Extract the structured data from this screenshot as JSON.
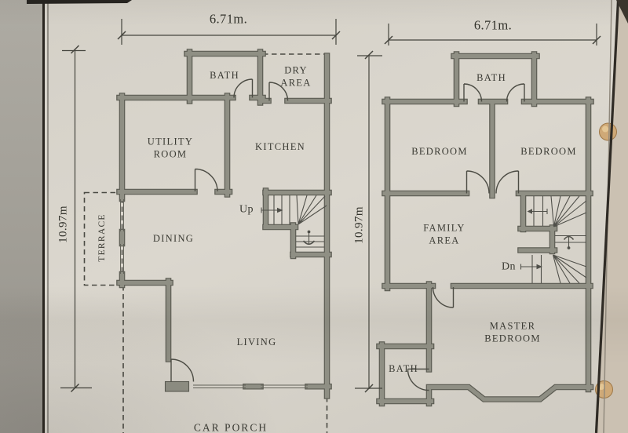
{
  "photo": {
    "paper_color": "#d9d5cc",
    "wall_fill": "#8f8f84",
    "wall_edge": "#5c5c53",
    "ink_color": "#3a3a33",
    "bead_color": "#cfa977",
    "desk_color": "#a8a59d"
  },
  "left_plan": {
    "width_dim": "6.71m.",
    "height_dim": "10.97m",
    "stair_label": "Up",
    "rooms": [
      {
        "label": "BATH"
      },
      {
        "label": "DRY AREA"
      },
      {
        "label": "UTILITY ROOM"
      },
      {
        "label": "KITCHEN"
      },
      {
        "label": "DINING"
      },
      {
        "label": "TERRACE"
      },
      {
        "label": "LIVING"
      },
      {
        "label": "CAR PORCH"
      }
    ]
  },
  "right_plan": {
    "width_dim": "6.71m.",
    "height_dim": "10.97m",
    "stair_label": "Dn",
    "rooms": [
      {
        "label": "BATH"
      },
      {
        "label": "BEDROOM"
      },
      {
        "label": "BEDROOM"
      },
      {
        "label": "FAMILY AREA"
      },
      {
        "label": "MASTER BEDROOM"
      },
      {
        "label": "BATH"
      }
    ]
  }
}
